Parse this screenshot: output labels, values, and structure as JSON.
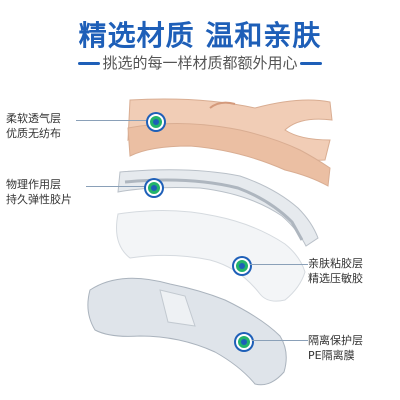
{
  "header": {
    "title": "精选材质 温和亲肤",
    "subtitle": "挑选的每一样材质都额外用心"
  },
  "layers": [
    {
      "line1": "柔软透气层",
      "line2": "优质无纺布"
    },
    {
      "line1": "物理作用层",
      "line2": "持久弹性胶片"
    },
    {
      "line1": "亲肤粘胶层",
      "line2": "精选压敏胶"
    },
    {
      "line1": "隔离保护层",
      "line2": "PE隔离膜"
    }
  ],
  "colors": {
    "title": "#1e5fb8",
    "marker": "#22b36b",
    "fabric": "#eec6ad",
    "film": "#d8dde2"
  }
}
